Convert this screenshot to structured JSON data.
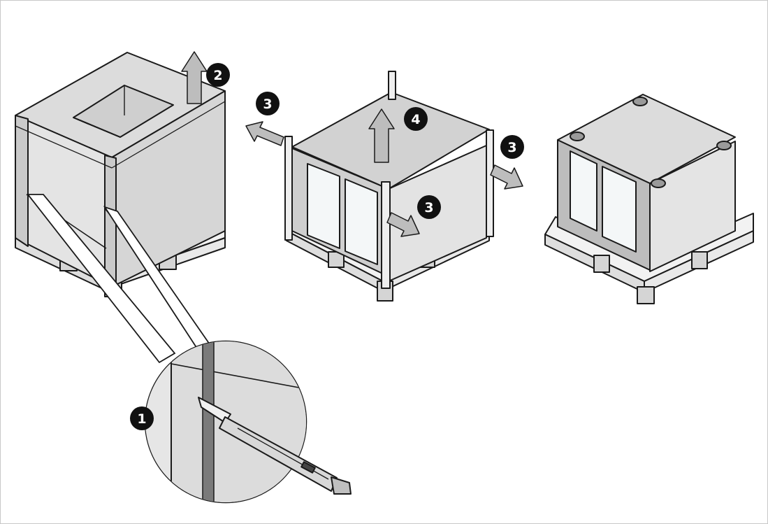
{
  "colors": {
    "background": "#ffffff",
    "frame_border": "#c8c8c8",
    "outline": "#1a1a1a",
    "panel_face": "#e3e3e3",
    "panel_side": "#cfcfcf",
    "panel_top": "#d9d9d9",
    "glass": "#f4f7f8",
    "arrow_fill": "#bdbdbd",
    "badge_fill": "#111111",
    "badge_text": "#ffffff"
  },
  "steps": [
    {
      "id": "cut-straps",
      "number": "1"
    },
    {
      "id": "lift-cardboard-cover",
      "number": "2"
    },
    {
      "id": "remove-side-panels",
      "number": "3"
    },
    {
      "id": "lift-top-panel",
      "number": "4"
    }
  ],
  "icons": [
    "numbered-step-badge",
    "direction-arrow-icon",
    "utility-knife-icon",
    "magnifier-callout"
  ]
}
